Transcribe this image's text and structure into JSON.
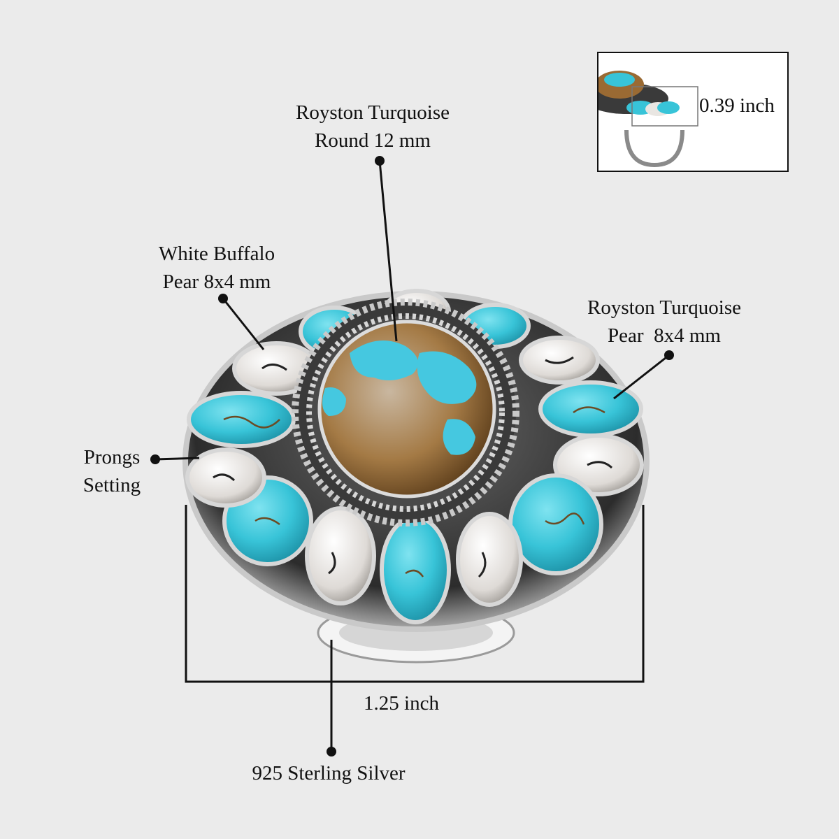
{
  "labels": {
    "center_stone": [
      "Royston Turquoise",
      "Round 12 mm"
    ],
    "white_buffalo": [
      "White Buffalo",
      "Pear 8x4 mm"
    ],
    "pear_turquoise": [
      "Royston Turquoise",
      "Pear  8x4 mm"
    ],
    "prongs": [
      "Prongs",
      "Setting"
    ],
    "width": "1.25 inch",
    "metal": "925 Sterling Silver",
    "height": "0.39 inch"
  },
  "colors": {
    "background": "#ebebeb",
    "turquoise": "#38c4d8",
    "matrix_brown": "#9a6a33",
    "buffalo_white": "#e9e6e2",
    "silver": "#bfbfbf"
  }
}
